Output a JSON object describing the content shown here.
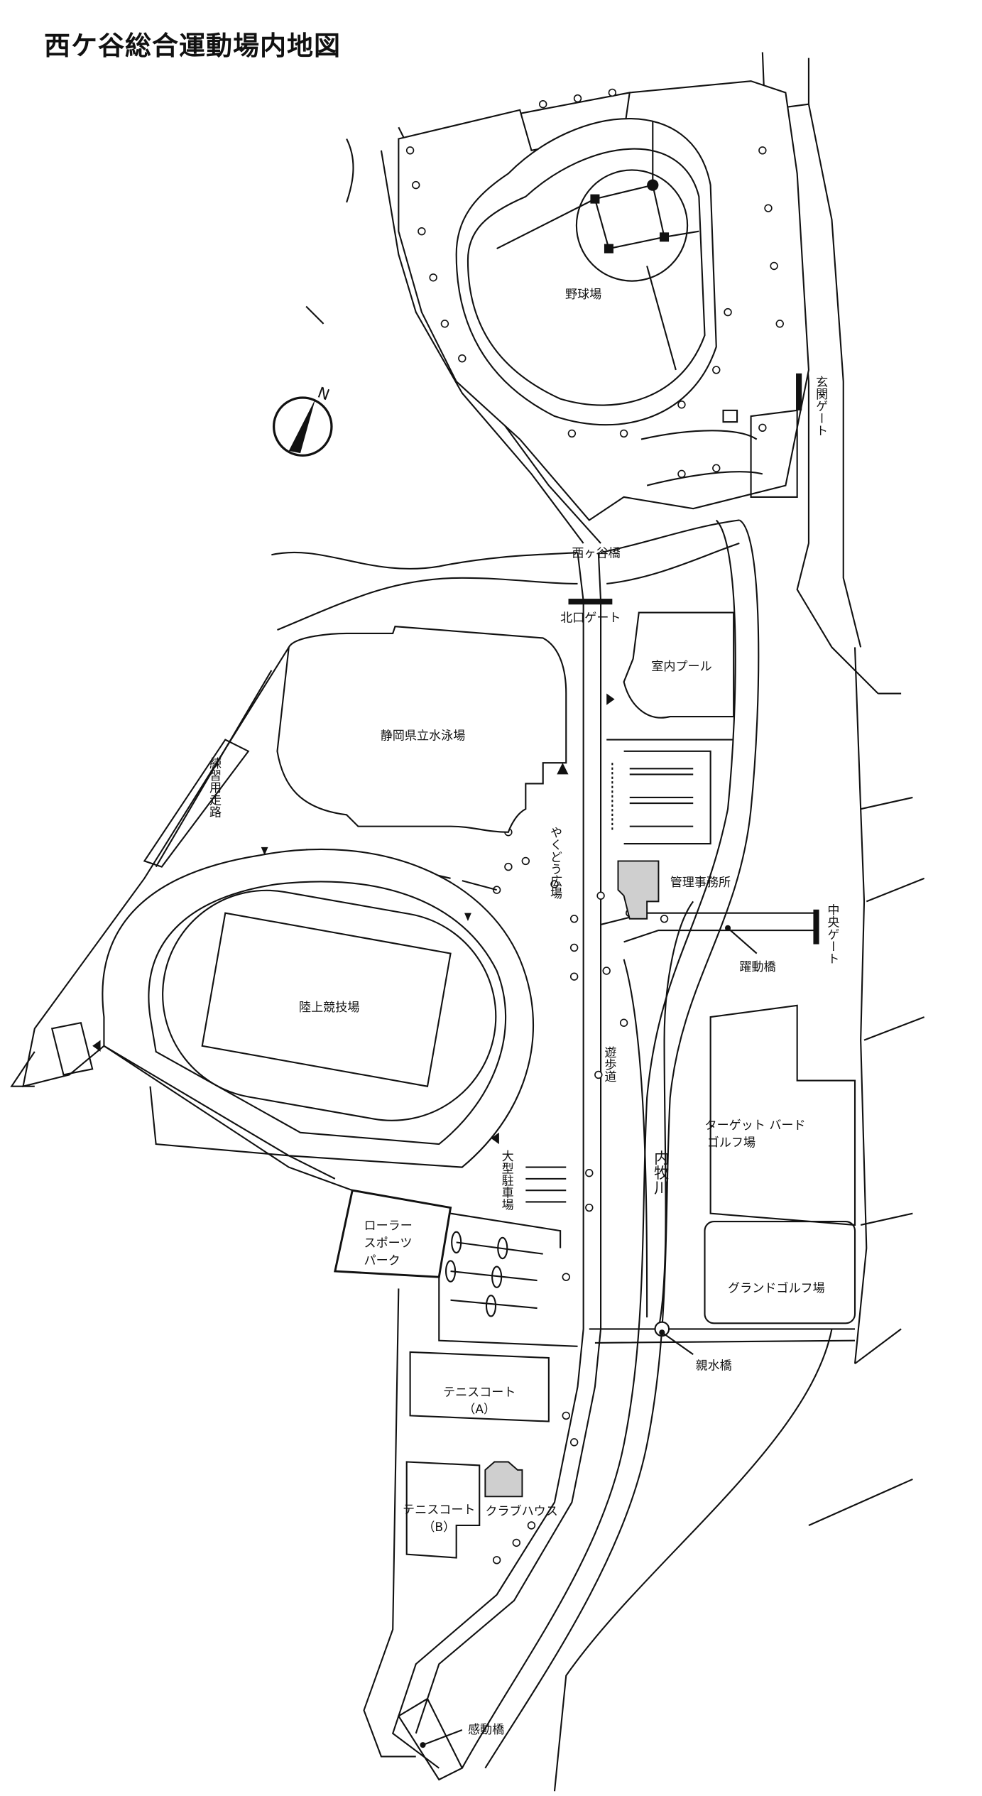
{
  "title": "西ケ谷総合運動場内地図",
  "compass": {
    "label": "N"
  },
  "facilities": {
    "baseball": "野球場",
    "swimming": "静岡県立水泳場",
    "indoor_pool": "室内プール",
    "office": "管理事務所",
    "plaza": "やくどう広場",
    "practice_road": "練習用走路",
    "athletics": "陸上競技場",
    "large_parking": "大型駐車場",
    "promenade": "遊歩道",
    "river": "内牧川",
    "roller": [
      "ローラー",
      "スポーツ",
      "パーク"
    ],
    "target_golf": [
      "ターゲット バード",
      "ゴルフ場"
    ],
    "grand_golf": "グランドゴルフ場",
    "tennis_a": [
      "テニスコート",
      "（A）"
    ],
    "tennis_b": [
      "テニスコート",
      "（B）"
    ],
    "clubhouse": "クラブハウス"
  },
  "gates": {
    "main": "玄関ゲート",
    "north": "北口ゲート",
    "central": "中央ゲート"
  },
  "bridges": {
    "nishigaya": "西ヶ谷橋",
    "yakudo": "躍動橋",
    "shinsui": "親水橋",
    "kando": "感動橋"
  }
}
